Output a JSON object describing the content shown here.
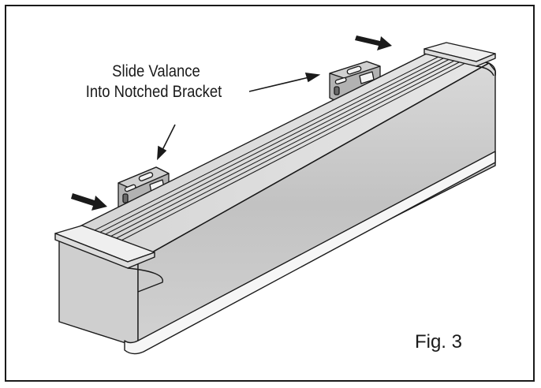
{
  "instruction": {
    "line1": "Slide Valance",
    "line2": "Into Notched Bracket"
  },
  "figure_label": "Fig. 3",
  "colors": {
    "outline": "#1a1a1a",
    "valance_front": "#c9c9c9",
    "valance_top": "#dcdcdc",
    "bracket": "#a9a9a9",
    "end_cap": "#eeeeee"
  }
}
